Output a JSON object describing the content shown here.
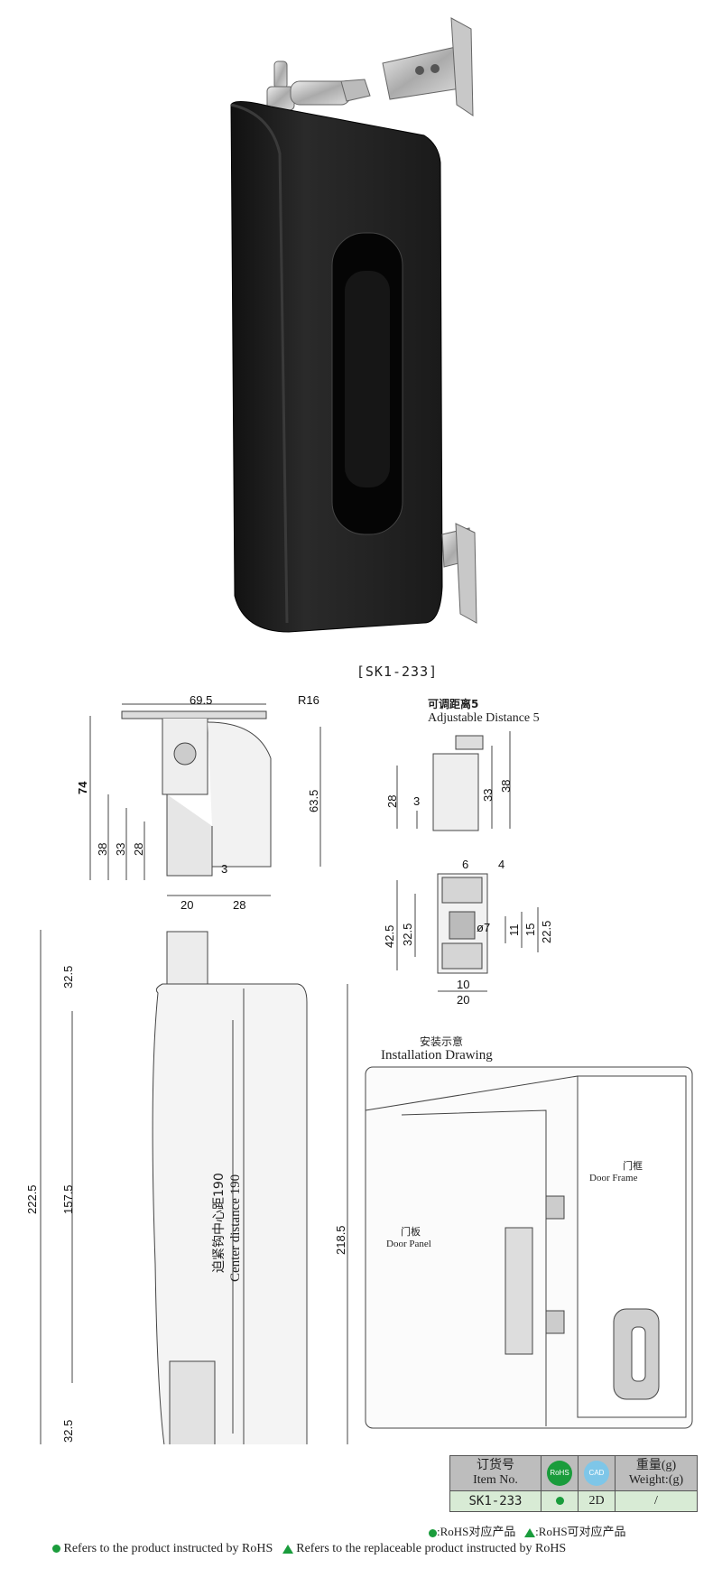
{
  "product_code": "[SK1-233]",
  "side_view": {
    "top_width": "69.5",
    "radius": "R16",
    "overall_height": "74",
    "upper_height": "63.5",
    "h38": "38",
    "h33": "33",
    "h28": "28",
    "gap3": "3",
    "w20": "20",
    "w28": "28"
  },
  "adjust_view": {
    "title_cn": "可调距离5",
    "title_en": "Adjustable Distance 5",
    "h28": "28",
    "h3": "3",
    "h33": "33",
    "h38": "38"
  },
  "hinge_view": {
    "w6": "6",
    "w4": "4",
    "h42_5": "42.5",
    "h32_5": "32.5",
    "dia": "ø7",
    "h11": "11",
    "h15": "15",
    "h22_5": "22.5",
    "w10": "10",
    "w20": "20"
  },
  "front_view": {
    "h32_5_top": "32.5",
    "h222_5": "222.5",
    "h157_5": "157.5",
    "h32_5_bottom": "32.5",
    "h218_5": "218.5",
    "center_cn": "迫紧钩中心距190",
    "center_en": "Center distance 190"
  },
  "installation": {
    "title_cn": "安装示意",
    "title_en": "Installation Drawing",
    "door_frame_cn": "门框",
    "door_frame_en": "Door Frame",
    "door_panel_cn": "门板",
    "door_panel_en": "Door Panel"
  },
  "table": {
    "item_cn": "订货号",
    "item_en": "Item No.",
    "rohs_badge": "RoHS",
    "cad_badge": "CAD",
    "weight_cn": "重量(g)",
    "weight_en": "Weight:(g)",
    "item_value": "SK1-233",
    "cad_value": "2D",
    "weight_value": "/"
  },
  "legend": {
    "cn_rohs": ":RoHS对应产品",
    "cn_replace": ":RoHS可对应产品",
    "en_rohs": "Refers to the product instructed by RoHS",
    "en_replace": "Refers to the replaceable product instructed by RoHS"
  },
  "colors": {
    "rohs_green": "#1a9c3c",
    "table_header": "#bdbdbd",
    "table_values": "#d8ebd5",
    "cad_blue": "#7ec6e8",
    "handle_black": "#1e1e1e"
  }
}
